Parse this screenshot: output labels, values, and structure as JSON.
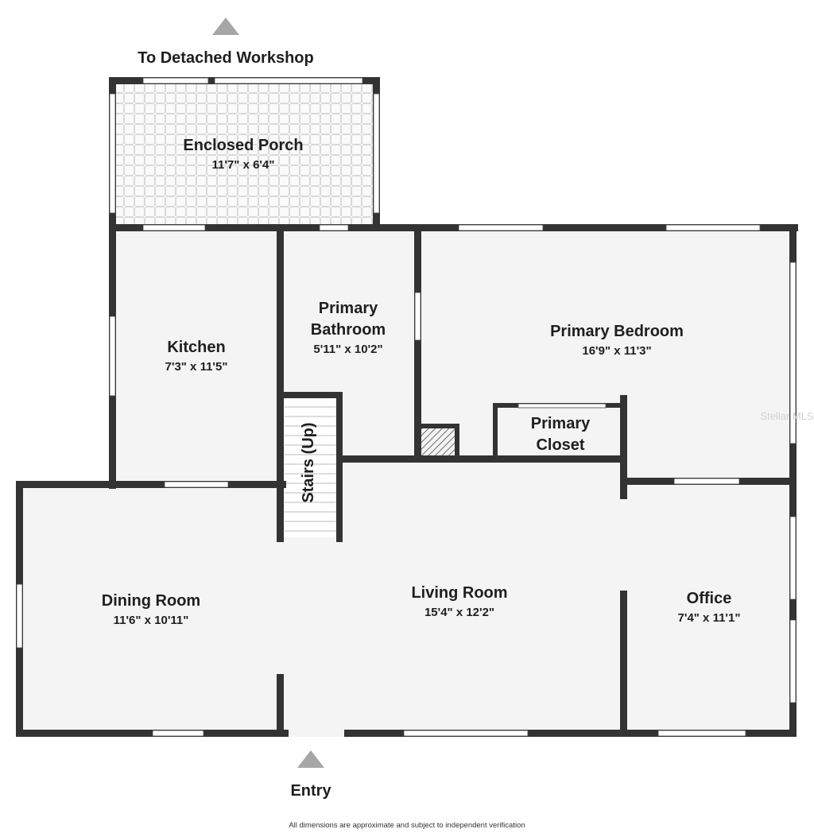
{
  "labels": {
    "workshop": "To Detached Workshop",
    "entry": "Entry",
    "disclaimer": "All dimensions are approximate and subject to independent verification",
    "watermark": "Stellar MLS"
  },
  "rooms": {
    "porch": {
      "name": "Enclosed Porch",
      "dim": "11'7\" x 6'4\""
    },
    "kitchen": {
      "name": "Kitchen",
      "dim": "7'3\" x 11'5\""
    },
    "bathroom": {
      "name_line1": "Primary",
      "name_line2": "Bathroom",
      "dim": "5'11\" x 10'2\""
    },
    "bedroom": {
      "name": "Primary Bedroom",
      "dim": "16'9\" x 11'3\""
    },
    "closet": {
      "name_line1": "Primary",
      "name_line2": "Closet"
    },
    "stairs": {
      "name": "Stairs (Up)"
    },
    "dining": {
      "name": "Dining Room",
      "dim": "11'6\" x 10'11\""
    },
    "living": {
      "name": "Living Room",
      "dim": "15'4\" x 12'2\""
    },
    "office": {
      "name": "Office",
      "dim": "7'4\" x 11'1\""
    }
  },
  "colors": {
    "wall": "#333333",
    "floor": "#f4f4f4",
    "arrow": "#a6a6a6"
  }
}
